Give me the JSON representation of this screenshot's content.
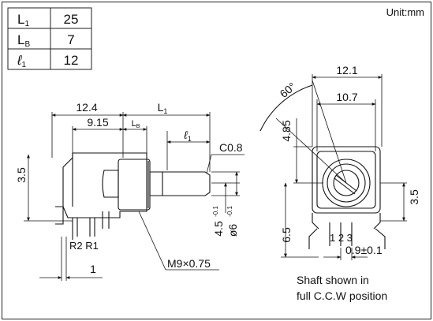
{
  "table": {
    "rows": [
      {
        "label": "L₁",
        "value": "25"
      },
      {
        "label": "L_B",
        "value": "7"
      },
      {
        "label": "ℓ₁",
        "value": "12"
      }
    ]
  },
  "unit": "Unit:mm",
  "side": {
    "dim_12_4": "12.4",
    "dim_9_15": "9.15",
    "dim_L1": "L₁",
    "dim_LB": "L_B",
    "dim_l1": "ℓ₁",
    "chamfer": "C0.8",
    "dim_3_5": "3.5",
    "dim_4_5": "4.5",
    "tol_4_5": "-0.1",
    "dim_6": "ø6",
    "tol_6": "-0.1",
    "pin_labels": "R2 R1",
    "dim_1": "1",
    "thread": "M9×0.75"
  },
  "front": {
    "dim_12_1": "12.1",
    "dim_10_7": "10.7",
    "angle": "60°",
    "dim_4_85": "4.85",
    "dim_3_5": "3.5",
    "dim_6_5": "6.5",
    "pins": "1 2 3",
    "dim_pitch": "0.9±0.1"
  },
  "note": {
    "line1": "Shaft shown in",
    "line2": "full C.C.W position"
  }
}
